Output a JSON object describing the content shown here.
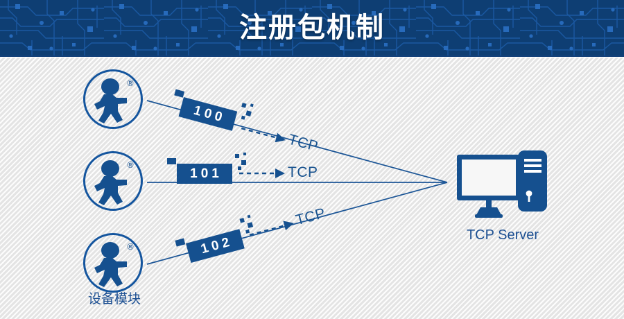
{
  "header": {
    "title": "注册包机制",
    "background_color": "#0e3f73",
    "trace_color": "#1f64b5",
    "title_color": "#ffffff"
  },
  "theme": {
    "accent_blue": "#15508f",
    "line_blue": "#1b5596",
    "label_blue": "#1c4f92",
    "canvas_background": "#efefef"
  },
  "canvas": {
    "devices": [
      {
        "id": "device-1",
        "icon": "person-badge-icon",
        "registered_mark": "®"
      },
      {
        "id": "device-2",
        "icon": "person-badge-icon",
        "registered_mark": "®"
      },
      {
        "id": "device-3",
        "icon": "person-badge-icon",
        "registered_mark": "®"
      }
    ],
    "device_group_label": "设备模块",
    "packets": [
      {
        "id": "packet-100",
        "value": "100",
        "protocol_label": "TCP"
      },
      {
        "id": "packet-101",
        "value": "101",
        "protocol_label": "TCP"
      },
      {
        "id": "packet-102",
        "value": "102",
        "protocol_label": "TCP"
      }
    ],
    "server": {
      "label": "TCP Server",
      "icon": "desktop-computer-icon"
    }
  }
}
